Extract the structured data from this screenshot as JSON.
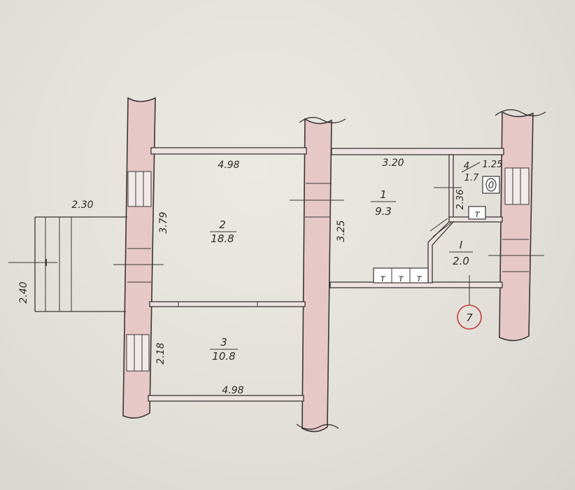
{
  "rooms": [
    {
      "number": "2",
      "area": "18.8"
    },
    {
      "number": "3",
      "area": "10.8"
    },
    {
      "number": "1",
      "area": "9.3"
    },
    {
      "number": "I",
      "area": "2.0"
    },
    {
      "number": "4",
      "area": "1.7"
    }
  ],
  "dimensions": {
    "room2_width_top": "4.98",
    "room2_height": "3.79",
    "room3_height": "2.18",
    "room3_width_bottom": "4.98",
    "room1_width": "3.20",
    "room1_height": "3.25",
    "bath_width": "1.25",
    "bath_height": "2.36",
    "balcony_width": "2.30",
    "balcony_depth": "2.40"
  },
  "fixtures": {
    "toilet_symbol": "0",
    "tap_symbol": "т"
  },
  "apartment_marker": {
    "number": "7",
    "color": "#c23a3a"
  },
  "colors": {
    "wall_fill": "#e6c9c6",
    "line": "#3b3536",
    "paper": "#e3e1d9"
  }
}
